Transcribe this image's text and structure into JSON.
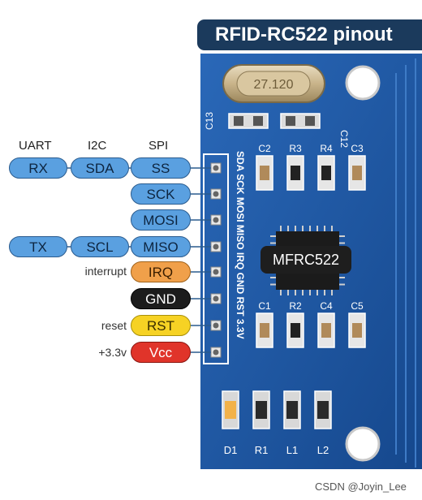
{
  "title": "RFID-RC522 pinout",
  "column_headers": {
    "uart": "UART",
    "i2c": "I2C",
    "spi": "SPI"
  },
  "pins": [
    {
      "id": "ss",
      "spi": "SS",
      "i2c": "SDA",
      "uart": "RX",
      "color": "#5aa0e0"
    },
    {
      "id": "sck",
      "spi": "SCK",
      "color": "#5aa0e0"
    },
    {
      "id": "mosi",
      "spi": "MOSI",
      "color": "#5aa0e0"
    },
    {
      "id": "miso",
      "spi": "MISO",
      "i2c": "SCL",
      "uart": "TX",
      "color": "#5aa0e0"
    },
    {
      "id": "irq",
      "spi": "IRQ",
      "note": "interrupt",
      "color": "#f0a04a"
    },
    {
      "id": "gnd",
      "spi": "GND",
      "color": "#1c1c1c"
    },
    {
      "id": "rst",
      "spi": "RST",
      "note": "reset",
      "color": "#f6d224"
    },
    {
      "id": "vcc",
      "spi": "Vcc",
      "note": "+3.3v",
      "color": "#e0342a"
    }
  ],
  "board_pin_labels": "SDA SCK MOSI MISO IRQ GND RST 3.3V",
  "components": {
    "crystal": "27.120",
    "c13": "C13",
    "c12": "C12",
    "top_row": [
      "C2",
      "R3",
      "R4",
      "C3"
    ],
    "bottom_row": [
      "C1",
      "R2",
      "C4",
      "C5"
    ],
    "bottom_small": [
      "D1",
      "R1",
      "L1",
      "L2"
    ]
  },
  "chip_label": "MFRC522",
  "watermark": "CSDN @Joyin_Lee",
  "colors": {
    "board": "#1f5aa6",
    "board_dark": "#163f7a",
    "title_bg": "#1b3a5c"
  }
}
